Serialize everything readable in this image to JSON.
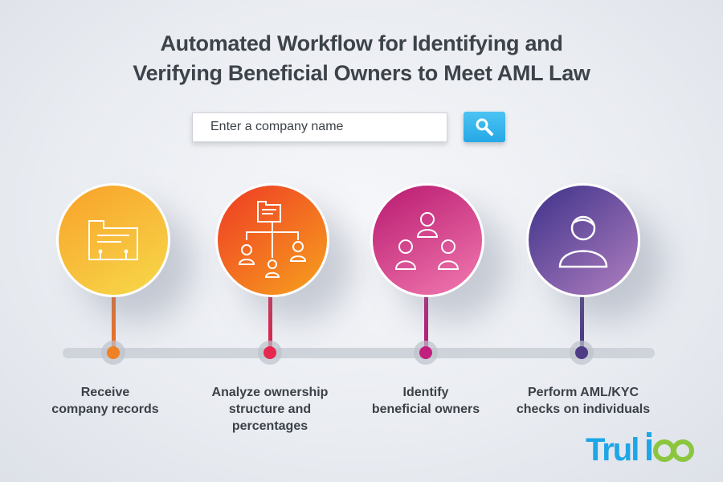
{
  "title": {
    "line1": "Automated Workflow for Identifying and",
    "line2": "Verifying Beneficial Owners to Meet AML Law"
  },
  "search": {
    "placeholder": "Enter a company name",
    "button_icon": "search-icon"
  },
  "steps": [
    {
      "line1": "Receive",
      "line2": "company records",
      "line3": "",
      "icon": "folder-icon",
      "color": "#f7a325"
    },
    {
      "line1": "Analyze ownership",
      "line2": "structure and",
      "line3": "percentages",
      "icon": "org-chart-icon",
      "color": "#ef5a24"
    },
    {
      "line1": "Identify",
      "line2": "beneficial owners",
      "line3": "",
      "icon": "people-icon",
      "color": "#c7237f"
    },
    {
      "line1": "Perform AML/KYC",
      "line2": "checks on individuals",
      "line3": "",
      "icon": "person-icon",
      "color": "#5b3f95"
    }
  ],
  "logo": {
    "text": "Trulioo"
  }
}
